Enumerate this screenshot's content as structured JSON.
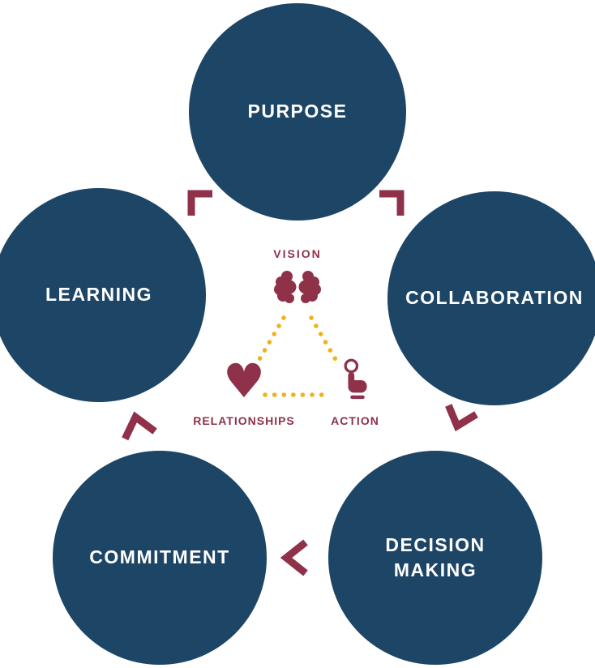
{
  "colors": {
    "navy": "#1d4566",
    "maroon": "#8e3149",
    "gold": "#efb21e",
    "circle-text": "#ffffff",
    "background": "#ffffff"
  },
  "circles": [
    {
      "id": "purpose",
      "label": "PURPOSE"
    },
    {
      "id": "collaboration",
      "label": "COLLABORATION"
    },
    {
      "id": "decision-making",
      "label": "DECISION MAKING"
    },
    {
      "id": "commitment",
      "label": "COMMITMENT"
    },
    {
      "id": "learning",
      "label": "LEARNING"
    }
  ],
  "center": {
    "vision": "VISION",
    "relationships": "RELATIONSHIPS",
    "action": "ACTION",
    "heart_glyph": "♥",
    "icons": [
      "brain-icon",
      "heart-icon",
      "click-icon"
    ]
  },
  "arrows": [
    {
      "id": "learning-to-purpose",
      "shape": "corner-top-left"
    },
    {
      "id": "purpose-to-collaboration",
      "shape": "corner-top-right"
    },
    {
      "id": "collaboration-to-decision-making",
      "shape": "chevron-down"
    },
    {
      "id": "decision-making-to-commitment",
      "shape": "chevron-left"
    },
    {
      "id": "commitment-to-learning",
      "shape": "chevron-up"
    }
  ]
}
